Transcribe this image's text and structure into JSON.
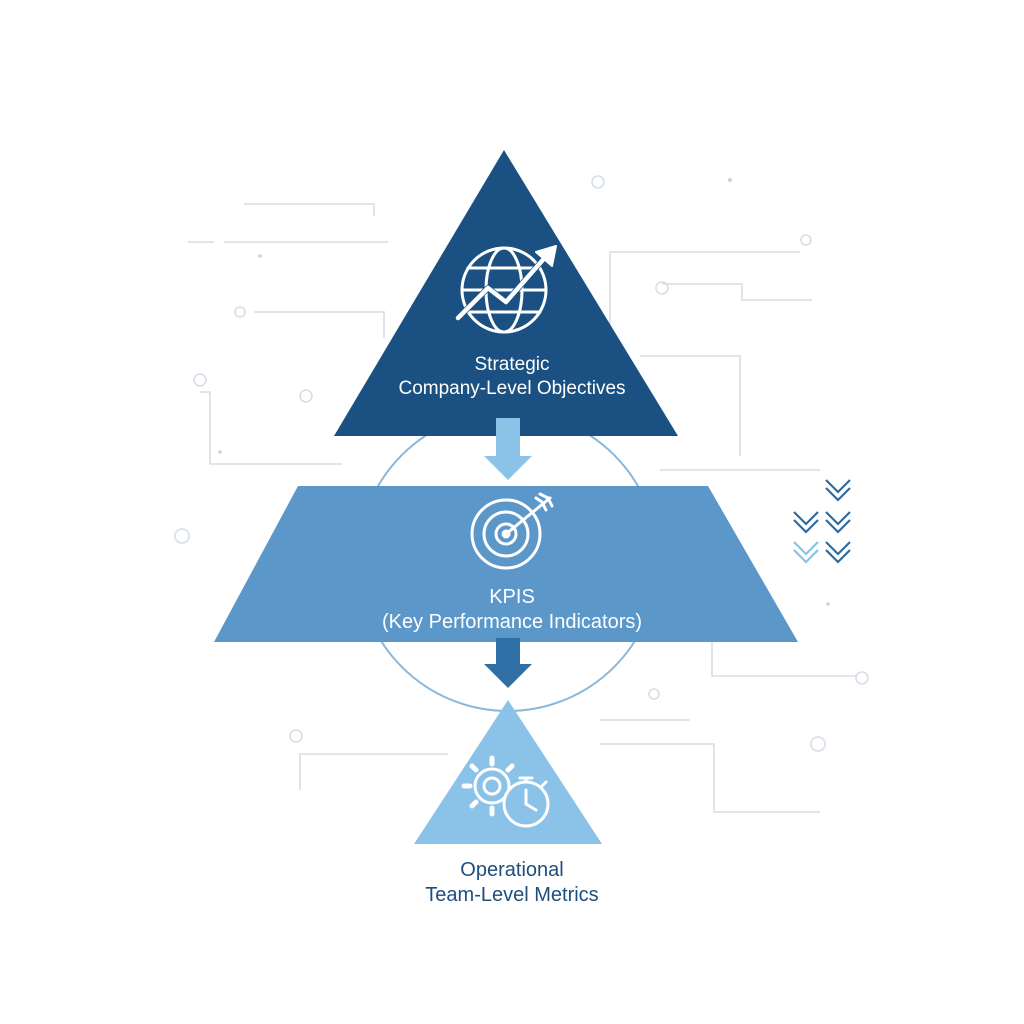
{
  "tiers": {
    "top": {
      "line1": "Strategic",
      "line2": "Company-Level Objectives",
      "icon": "globe-growth-arrow-icon",
      "color": "#1b5182"
    },
    "middle": {
      "line1": "KPIS",
      "line2": "(Key Performance Indicators)",
      "icon": "target-arrow-icon",
      "color": "#5b97c9"
    },
    "bottom": {
      "line1": "Operational",
      "line2": "Team-Level Metrics",
      "icon": "gear-stopwatch-icon",
      "color": "#8ac2e8"
    }
  },
  "colors": {
    "label_dark": "#1d4f7d",
    "circuit": "#d3dbe3",
    "chevron_dark": "#2f6b9f",
    "chevron_light": "#8ac2e8"
  }
}
